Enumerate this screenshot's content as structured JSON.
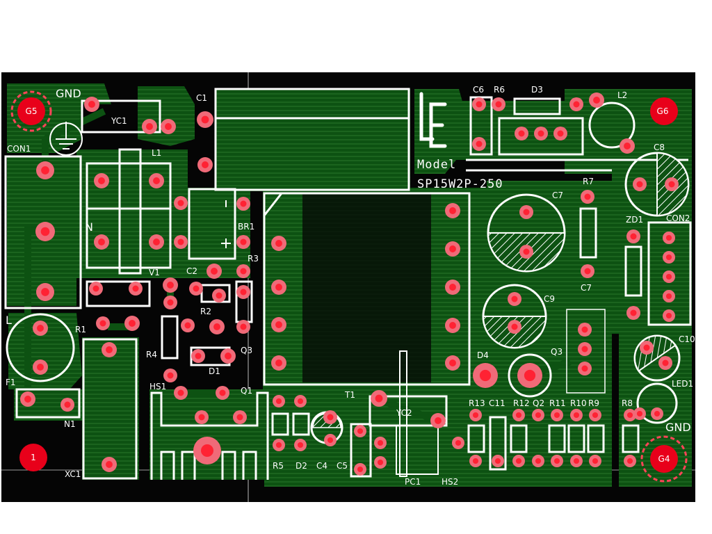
{
  "model": {
    "heading": "Model",
    "number": "SP15W2P-250"
  },
  "designators": {
    "GND_top": "GND",
    "GND_bottom": "GND",
    "YC1": "YC1",
    "C1": "C1",
    "CON1": "CON1",
    "L1": "L1",
    "N": "N",
    "L": "L",
    "V1": "V1",
    "BR1": "BR1",
    "C2": "C2",
    "R3": "R3",
    "R2": "R2",
    "R1": "R1",
    "R4": "R4",
    "D1": "D1",
    "Q3_left": "Q3",
    "F1": "F1",
    "N1": "N1",
    "HS1": "HS1",
    "Q1": "Q1",
    "XC1": "XC1",
    "C6": "C6",
    "R6": "R6",
    "D3": "D3",
    "L2": "L2",
    "C8": "C8",
    "R7": "R7",
    "C7": "C7",
    "C7b": "C7",
    "ZD1": "ZD1",
    "CON2": "CON2",
    "C9": "C9",
    "D4": "D4",
    "Q3_right": "Q3",
    "C10": "C10",
    "LED1": "LED1",
    "T1": "T1",
    "YC2": "YC2",
    "R13": "R13",
    "C11": "C11",
    "R12": "R12",
    "Q2": "Q2",
    "R11": "R11",
    "R10": "R10",
    "R9": "R9",
    "R8": "R8",
    "R5": "R5",
    "D2": "D2",
    "C4": "C4",
    "C5": "C5",
    "PC1": "PC1",
    "HS2": "HS2"
  },
  "fiducials": {
    "top_left": "G5",
    "top_right": "G6",
    "bottom_left": "1",
    "bottom_right": "G4"
  },
  "colors": {
    "board": "#050505",
    "copper": "#0d5212",
    "copper_dark": "#0a3f0e",
    "hatch": "#3c8a3c",
    "pad": "#f06a78",
    "pad_core": "#ff2233",
    "fiducial": "#e8001a",
    "silk": "#ffffff"
  }
}
